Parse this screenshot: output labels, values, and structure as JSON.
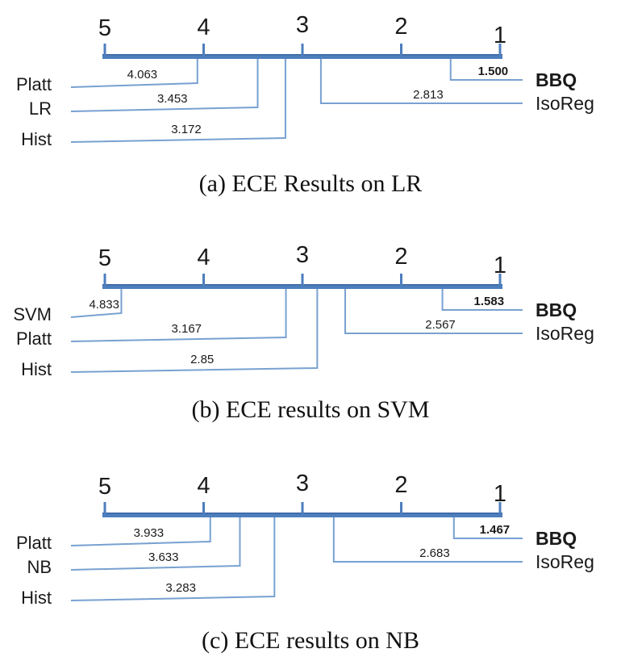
{
  "style": {
    "background": "#ffffff",
    "bar_color": "#4d7ebd",
    "bar_edge_color": "#3a67a3",
    "connector_color": "#78a1d1",
    "text_color": "#1a1a1a"
  },
  "chart_data": [
    {
      "type": "critical-difference-diagram",
      "caption": "(a) ECE Results on LR",
      "axis": {
        "min": 1,
        "max": 5,
        "reversed": true,
        "tick_labels": [
          "5",
          "4",
          "3",
          "2",
          "1"
        ]
      },
      "methods_left": [
        {
          "name": "Platt",
          "avg_rank": 4.063,
          "rank_label": "4.063",
          "bold": false
        },
        {
          "name": "LR",
          "avg_rank": 3.453,
          "rank_label": "3.453",
          "bold": false
        },
        {
          "name": "Hist",
          "avg_rank": 3.172,
          "rank_label": "3.172",
          "bold": false
        }
      ],
      "methods_right": [
        {
          "name": "BBQ",
          "avg_rank": 1.5,
          "rank_label": "1.500",
          "bold": true
        },
        {
          "name": "IsoReg",
          "avg_rank": 2.813,
          "rank_label": "2.813",
          "bold": false
        }
      ]
    },
    {
      "type": "critical-difference-diagram",
      "caption": "(b) ECE results on SVM",
      "axis": {
        "min": 1,
        "max": 5,
        "reversed": true,
        "tick_labels": [
          "5",
          "4",
          "3",
          "2",
          "1"
        ]
      },
      "methods_left": [
        {
          "name": "SVM",
          "avg_rank": 4.833,
          "rank_label": "4.833",
          "bold": false
        },
        {
          "name": "Platt",
          "avg_rank": 3.167,
          "rank_label": "3.167",
          "bold": false
        },
        {
          "name": "Hist",
          "avg_rank": 2.85,
          "rank_label": "2.85",
          "bold": false
        }
      ],
      "methods_right": [
        {
          "name": "BBQ",
          "avg_rank": 1.583,
          "rank_label": "1.583",
          "bold": true
        },
        {
          "name": "IsoReg",
          "avg_rank": 2.567,
          "rank_label": "2.567",
          "bold": false
        }
      ]
    },
    {
      "type": "critical-difference-diagram",
      "caption": "(c) ECE results on NB",
      "axis": {
        "min": 1,
        "max": 5,
        "reversed": true,
        "tick_labels": [
          "5",
          "4",
          "3",
          "2",
          "1"
        ]
      },
      "methods_left": [
        {
          "name": "Platt",
          "avg_rank": 3.933,
          "rank_label": "3.933",
          "bold": false
        },
        {
          "name": "NB",
          "avg_rank": 3.633,
          "rank_label": "3.633",
          "bold": false
        },
        {
          "name": "Hist",
          "avg_rank": 3.283,
          "rank_label": "3.283",
          "bold": false
        }
      ],
      "methods_right": [
        {
          "name": "BBQ",
          "avg_rank": 1.467,
          "rank_label": "1.467",
          "bold": true
        },
        {
          "name": "IsoReg",
          "avg_rank": 2.683,
          "rank_label": "2.683",
          "bold": false
        }
      ]
    }
  ]
}
